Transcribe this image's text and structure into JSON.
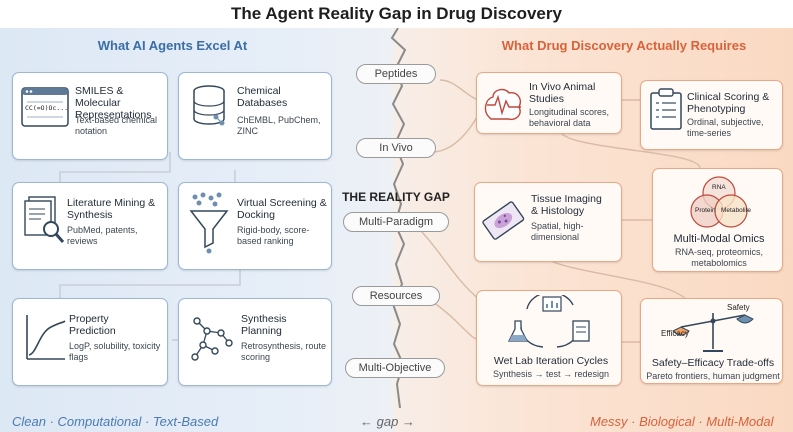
{
  "title": "The Agent Reality Gap in Drug Discovery",
  "left_header": "What AI Agents Excel At",
  "right_header": "What Drug Discovery Actually Requires",
  "left_cards": [
    {
      "title": "SMILES & Molecular Representations",
      "sub": "Text-based chemical notation",
      "icon": "code-window-icon",
      "icon_text": "CC(=O)Oc..."
    },
    {
      "title": "Chemical Databases",
      "sub": "ChEMBL, PubChem, ZINC",
      "icon": "database-icon"
    },
    {
      "title": "Literature Mining & Synthesis",
      "sub": "PubMed, patents, reviews",
      "icon": "document-search-icon"
    },
    {
      "title": "Virtual Screening & Docking",
      "sub": "Rigid-body, score-based ranking",
      "icon": "funnel-icon"
    },
    {
      "title": "Property Prediction",
      "sub": "LogP, solubility, toxicity flags",
      "icon": "curve-chart-icon"
    },
    {
      "title": "Synthesis Planning",
      "sub": "Retrosynthesis, route scoring",
      "icon": "route-tree-icon"
    }
  ],
  "right_cards": [
    {
      "title": "In Vivo Animal Studies",
      "sub": "Longitudinal scores, behavioral data",
      "icon": "brain-signal-icon"
    },
    {
      "title": "Clinical Scoring & Phenotyping",
      "sub": "Ordinal, subjective, time-series",
      "icon": "clipboard-icon"
    },
    {
      "title": "Tissue Imaging & Histology",
      "sub": "Spatial, high-dimensional",
      "icon": "slide-icon"
    },
    {
      "title": "Multi-Modal Omics",
      "sub": "RNA-seq, proteomics, metabolomics",
      "icon": "venn-icon",
      "venn": [
        "RNA",
        "Protein",
        "Metabolite"
      ]
    },
    {
      "title": "Wet Lab Iteration Cycles",
      "sub": "Synthesis → test → redesign",
      "icon": "cycle-icon"
    },
    {
      "title": "Safety–Efficacy Trade-offs",
      "sub": "Pareto frontiers, human judgment",
      "icon": "balance-icon",
      "scale": [
        "Efficacy",
        "Safety"
      ]
    }
  ],
  "gap_labels": [
    "Peptides",
    "In Vivo",
    "Multi-Paradigm",
    "Resources",
    "Multi-Objective"
  ],
  "gap_title": "THE REALITY GAP",
  "footer": {
    "left": "Clean · Computational · Text-Based",
    "middle": "← gap →",
    "right": "Messy · Biological · Multi-Modal"
  }
}
